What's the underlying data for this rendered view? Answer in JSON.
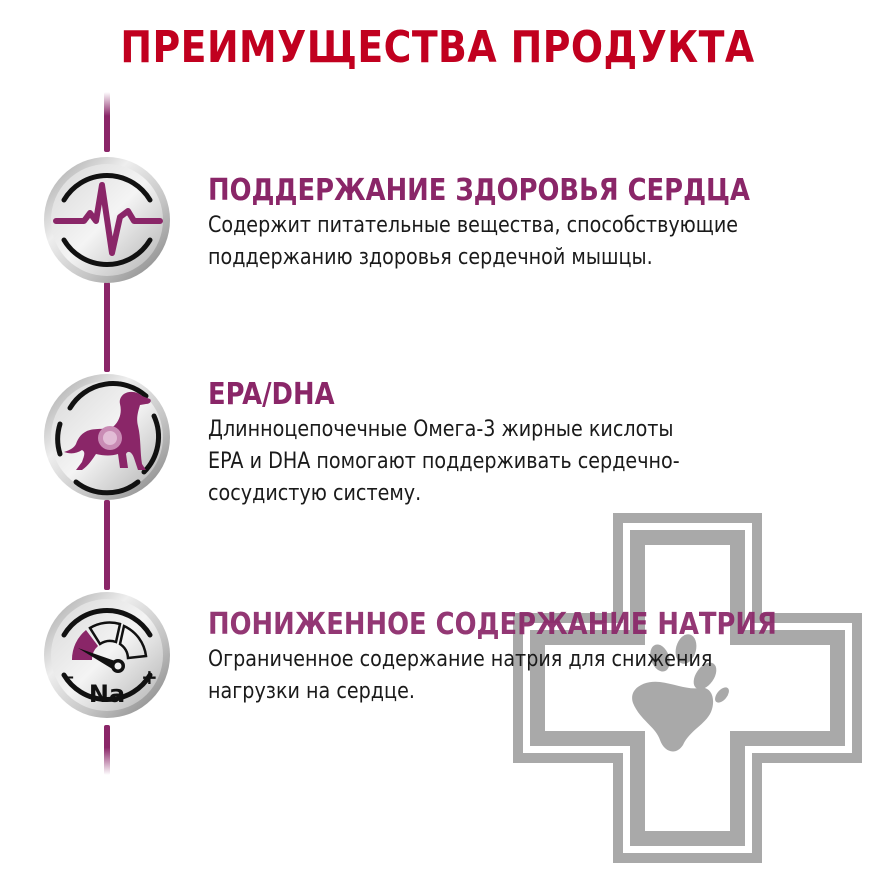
{
  "header": {
    "title": "ПРЕИМУЩЕСТВА ПРОДУКТА"
  },
  "colors": {
    "title_red": "#c1001f",
    "accent_purple": "#8a2668",
    "text_dark": "#1a1a1a",
    "watermark_gray": "#a9a9a9"
  },
  "features": [
    {
      "icon": "heartbeat-icon",
      "title": "ПОДДЕРЖАНИЕ ЗДОРОВЬЯ СЕРДЦА",
      "description": "Содержит питательные вещества, способствующие\nподдержанию здоровья сердечной мышцы."
    },
    {
      "icon": "dog-heart-icon",
      "title": "EPA/DHA",
      "description": "Длинноцепочечные Омега-3 жирные кислоты\nEPA и DHA помогают поддерживать сердечно-\nсосудистую систему."
    },
    {
      "icon": "sodium-gauge-icon",
      "title": "ПОНИЖЕННОЕ СОДЕРЖАНИЕ НАТРИЯ",
      "description": "Ограниченное содержание натрия для снижения\nнагрузки на сердце.",
      "gauge_labels": {
        "minus": "–",
        "plus": "+",
        "element": "Na"
      }
    }
  ],
  "watermark": {
    "icon": "vet-cross-paw-icon"
  }
}
